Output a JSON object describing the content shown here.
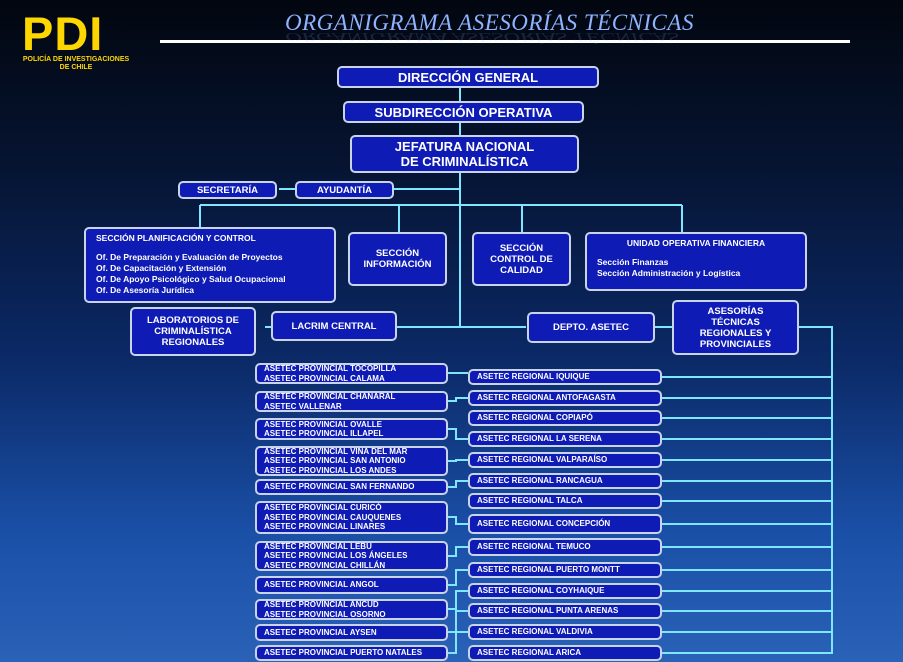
{
  "logo": {
    "mark": "PDI",
    "line1": "POLICÍA DE INVESTIGACIONES",
    "line2": "DE CHILE"
  },
  "title": "ORGANIGRAMA ASESORÍAS TÉCNICAS",
  "colors": {
    "box_fill": "#0f1bb5",
    "box_border": "#c9d3ea",
    "connector": "#7fe6ff",
    "title": "#8fb4ff",
    "logo": "#ffd700"
  },
  "nodes": {
    "direccion": "DIRECCIÓN GENERAL",
    "subdireccion": "SUBDIRECCIÓN OPERATIVA",
    "jefatura": [
      "JEFATURA NACIONAL",
      "DE CRIMINALÍSTICA"
    ],
    "secretaria": "SECRETARÍA",
    "ayudantia": "AYUDANTÍA",
    "planificacion": {
      "title": "SECCIÓN PLANIFICACIÓN Y CONTROL",
      "items": [
        "Of. De Preparación y Evaluación de Proyectos",
        "Of. De Capacitación y Extensión",
        "Of. De Apoyo Psicológico y Salud Ocupacional",
        "Of. De Asesoría Jurídica"
      ]
    },
    "informacion": [
      "SECCIÓN",
      "INFORMACIÓN"
    ],
    "control_calidad": [
      "SECCIÓN",
      "CONTROL DE",
      "CALIDAD"
    ],
    "financiera": {
      "title": "UNIDAD OPERATIVA FINANCIERA",
      "items": [
        "Sección Finanzas",
        "Sección Administración y Logística"
      ]
    },
    "laboratorios": [
      "LABORATORIOS DE",
      "CRIMINALÍSTICA",
      "REGIONALES"
    ],
    "lacrim": "LACRIM CENTRAL",
    "asetec": "DEPTO. ASETEC",
    "asesorias": [
      "ASESORÍAS",
      "TÉCNICAS",
      "REGIONALES Y",
      "PROVINCIALES"
    ]
  },
  "provinciales": [
    [
      "ASETEC PROVINCIAL TOCOPILLA",
      "ASETEC PROVINCIAL CALAMA"
    ],
    [
      "ASETEC PROVINCIAL CHAÑARAL",
      "ASETEC VALLENAR"
    ],
    [
      "ASETEC PROVINCIAL OVALLE",
      "ASETEC PROVINCIAL ILLAPEL"
    ],
    [
      "ASETEC PROVINCIAL VIÑA DEL MAR",
      "ASETEC PROVINCIAL SAN ANTONIO",
      "ASETEC PROVINCIAL LOS ANDES"
    ],
    [
      "ASETEC PROVINCIAL SAN FERNANDO"
    ],
    [
      "ASETEC PROVINCIAL CURICÓ",
      "ASETEC PROVINCIAL CAUQUENES",
      "ASETEC PROVINCIAL LINARES"
    ],
    [
      "ASETEC PROVINCIAL LEBU",
      "ASETEC PROVINCIAL LOS ÁNGELES",
      "ASETEC PROVINCIAL CHILLÁN"
    ],
    [
      "ASETEC PROVINCIAL ANGOL"
    ],
    [
      "ASETEC PROVINCIAL ANCUD",
      "ASETEC PROVINCIAL OSORNO"
    ],
    [
      "ASETEC PROVINCIAL AYSEN"
    ],
    [
      "ASETEC PROVINCIAL PUERTO NATALES"
    ]
  ],
  "regionales": [
    "ASETEC REGIONAL IQUIQUE",
    "ASETEC REGIONAL ANTOFAGASTA",
    "ASETEC REGIONAL COPIAPÓ",
    "ASETEC REGIONAL LA SERENA",
    "ASETEC REGIONAL VALPARAÍSO",
    "ASETEC REGIONAL RANCAGUA",
    "ASETEC REGIONAL TALCA",
    "ASETEC REGIONAL CONCEPCIÓN",
    "ASETEC REGIONAL TEMUCO",
    "ASETEC REGIONAL PUERTO MONTT",
    "ASETEC REGIONAL COYHAIQUE",
    "ASETEC REGIONAL PUNTA ARENAS",
    "ASETEC REGIONAL VALDIVIA",
    "ASETEC REGIONAL ARICA"
  ]
}
